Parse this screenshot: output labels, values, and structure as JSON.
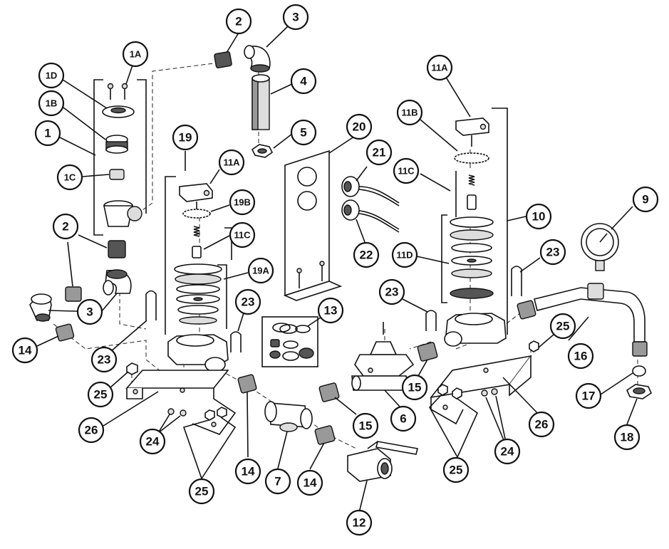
{
  "callouts": [
    "1",
    "1A",
    "1B",
    "1C",
    "1D",
    "2",
    "3",
    "4",
    "5",
    "6",
    "7",
    "9",
    "10",
    "11A",
    "11B",
    "11C",
    "11D",
    "12",
    "13",
    "14",
    "15",
    "16",
    "17",
    "18",
    "19",
    "19A",
    "19B",
    "20",
    "21",
    "22",
    "23",
    "24",
    "25",
    "26"
  ]
}
